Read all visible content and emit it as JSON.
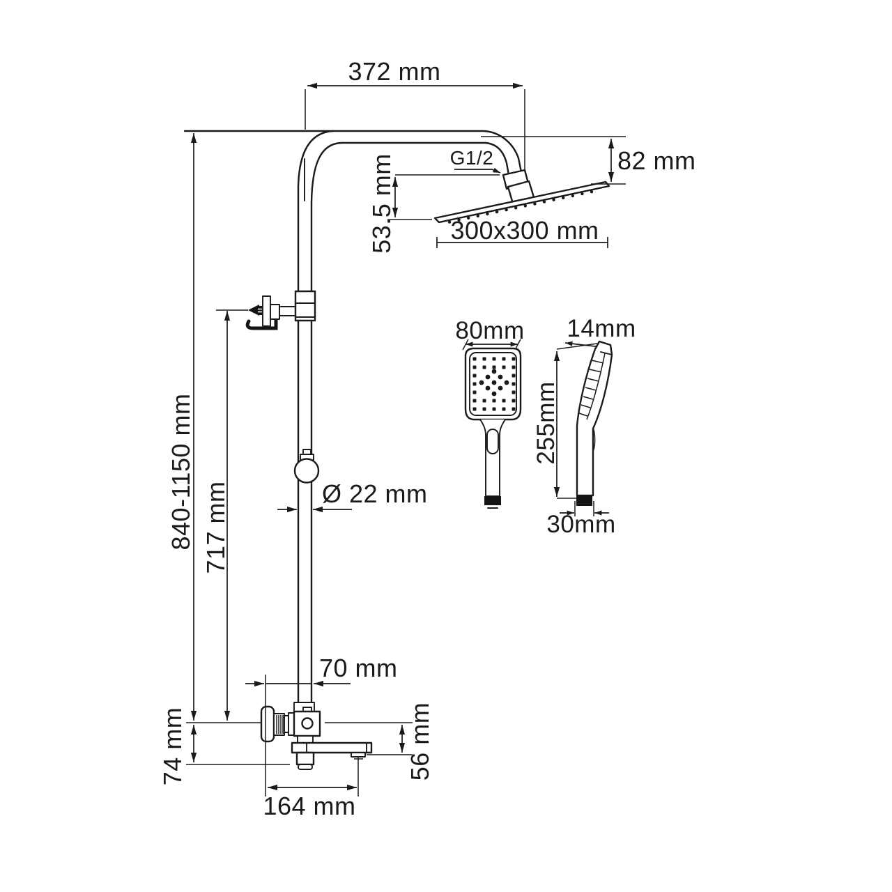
{
  "diagram": {
    "type": "technical-dimension-drawing",
    "subject": "Shower column system with overhead rain shower, hand shower and bath spout",
    "background_color": "#ffffff",
    "line_color": "#1a1a1a",
    "dimensions": {
      "arm_width": "372 mm",
      "head_drop": "82 mm",
      "thread": "G1/2",
      "head_offset": "53.5 mm",
      "head_size": "300x300 mm",
      "column_height": "840-1150 mm",
      "bracket_height": "717 mm",
      "pipe_diameter": "Ø 22 mm",
      "spout_offset": "70 mm",
      "outlet_drop": "74 mm",
      "spout_drop": "56 mm",
      "spout_length": "164 mm"
    },
    "hand_shower": {
      "width": "80mm",
      "thickness": "14mm",
      "length": "255mm",
      "base": "30mm"
    }
  }
}
